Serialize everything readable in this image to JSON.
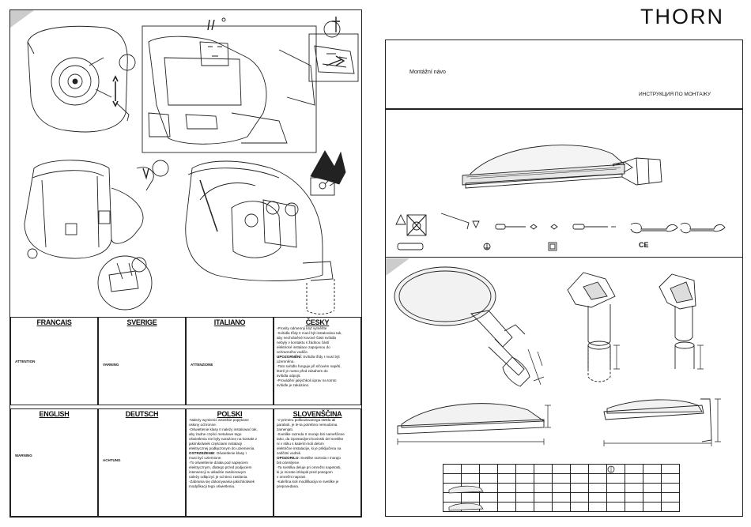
{
  "brand": {
    "logo": "THORN"
  },
  "right_header": {
    "title_cz": "Montážní návo",
    "title_ru": "ИНСТРУКЦИЯ ПО МОНТАЖУ"
  },
  "certification": {
    "ce": "CE"
  },
  "languages_top": [
    {
      "name": "FRANCAIS",
      "warning": "ATTENTION"
    },
    {
      "name": "SVERIGE",
      "warning": "VARNING"
    },
    {
      "name": "ITALIANO",
      "warning": "ATTENZIONE"
    }
  ],
  "cesky": {
    "name": "ČESKY",
    "lines": [
      "-Prosíty odmenný kryt vyměňte",
      "-Svítidla třídy II musí být instalována tak,",
      " aby nechráněné kovové části svítidla",
      " nebyly v kontaktu s žádnou částí",
      " elektrické instalace zapojenou do",
      " ochranného vodiče."
    ],
    "warn_label": "UPOZORNĚNÍ",
    "warn_text": ": Svítidla třídy I musí být",
    "lines2": [
      " uzemněna.",
      "-Toto svítidlo funguje při síťovém napětí,",
      " které je nutno před zásahem do",
      " svítidla odpojit.",
      "-Provádění jakýchkoli úprav na tomto",
      " svítidle je zakázáno."
    ]
  },
  "languages_bottom": [
    {
      "name": "ENGLISH",
      "warning": "WARNING"
    },
    {
      "name": "DEUTSCH",
      "warning": "ACHTUNG"
    }
  ],
  "polski": {
    "name": "POLSKI",
    "lines": [
      "-Należy wymienić wszelkie popękane",
      " osłony ochronne.",
      "-Oświetlenie klasy II należy instalować tak,",
      " aby żadne części metalowe tego",
      " oświetlenia nie były narażone na kontakt z",
      " jakimikolwiek częściami instalacji",
      " elektrycznej podłączonym do uziemienia."
    ],
    "warn_label": "OSTRZEŻENIE",
    "warn_text": ": Oświetlenie klasy I",
    "lines2": [
      " musi być uziemione.",
      "-To oświetlenie działa pod napięciem",
      " elektrycznym, dlatego przed podjęciem",
      " interwencji w układzie zasilonowym",
      " należy odłączyć je od sieci zasilania.",
      "-Zabrania się dokonywania jakichkolwiek",
      " modyfikacji tego oświetlenia."
    ]
  },
  "slovenscina": {
    "name": "SLOVENŠČINA",
    "lines": [
      "-V primeru poškodovanega stekla ali",
      " paraboli, je le-ta potrebno nemudoma",
      " zamenjati.",
      "-Svetilke razreda II morajo biti nameščene",
      " tako, da izpostavljeni kovinski del svetilke",
      " ni v stiku s katerim koli delom",
      " električne instalacije, ki je priključena na",
      " zaščitni vodnik."
    ],
    "warn_label": "OPOZORILO",
    "warn_text": ": Svetilke razreda I morajo",
    "lines2": [
      " biti ozemljene.",
      "-Ta svetilka deluje pri omrežni napetosti,",
      " ki jo morate izklopiti pred posegom",
      " v omrežni napravi.",
      "-Kakršna koli modifikacija te svetilke je",
      " prepovedana."
    ]
  }
}
